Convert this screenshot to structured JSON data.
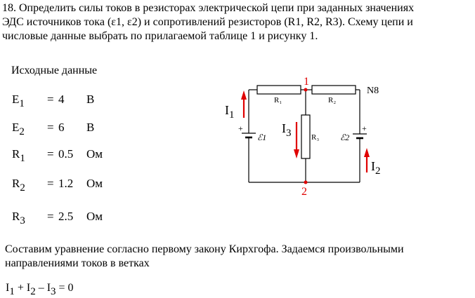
{
  "task": {
    "line1": "18. Определить силы токов в резисторах электрической цепи при заданных значениях",
    "line2": "ЭДС источников тока (ε1, ε2) и сопротивлений резисторов (R1, R2, R3). Схему цепи и",
    "line3": "числовые данные выбрать по прилагаемой таблице 1 и рисунку 1."
  },
  "data_heading": "Исходные данные",
  "params": [
    {
      "sym": "E",
      "sub": "1",
      "eq": "=",
      "value": "4",
      "unit": "В"
    },
    {
      "sym": "E",
      "sub": "2",
      "eq": "=",
      "value": "6",
      "unit": "В"
    },
    {
      "sym": "R",
      "sub": "1",
      "eq": "=",
      "value": "0.5",
      "unit": "Ом"
    },
    {
      "sym": "R",
      "sub": "2",
      "eq": "=",
      "value": "1.2",
      "unit": "Ом"
    },
    {
      "sym": "R",
      "sub": "3",
      "eq": "=",
      "value": "2.5",
      "unit": "Ом"
    }
  ],
  "circuit": {
    "node1": "1",
    "node2": "2",
    "variant": "N8",
    "r1": "R₁",
    "r2": "R₂",
    "r3": "R₃",
    "i1": "I",
    "i1_sub": "1",
    "i2": "I",
    "i2_sub": "2",
    "i3": "I",
    "i3_sub": "3",
    "emf1": "ℰ1",
    "emf2": "ℰ2",
    "plus": "+",
    "accent_color": "#e00000"
  },
  "kirchhoff": {
    "line1": "Составим уравнение согласно первому закону Кирхгофа. Задаемся произвольными",
    "line2": "направлениями токов в ветках"
  },
  "equation": {
    "a": "I",
    "a_sub": "1",
    "op1": " + ",
    "b": "I",
    "b_sub": "2",
    "op2": " – ",
    "c": "I",
    "c_sub": "3",
    "rhs": " = 0"
  }
}
